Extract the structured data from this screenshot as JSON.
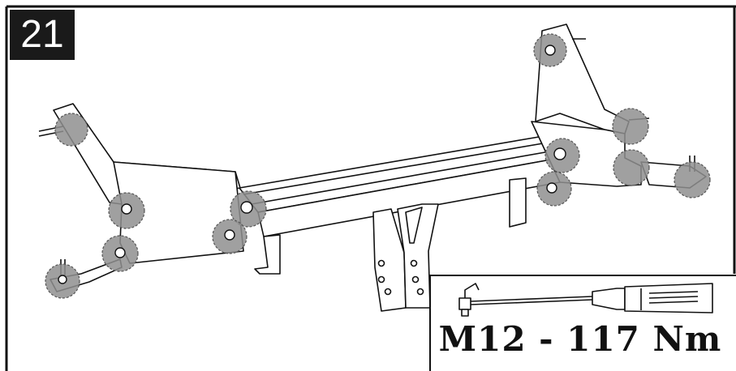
{
  "step": {
    "number": "21"
  },
  "torque": {
    "label": "M12 - 117 Nm"
  },
  "icons": {
    "wrench": "torque-wrench-icon",
    "highlight": "bolt-highlight-marker"
  },
  "colors": {
    "line": "#111111",
    "highlight": "#8f8f8f",
    "badge": "#1a1a1a"
  }
}
